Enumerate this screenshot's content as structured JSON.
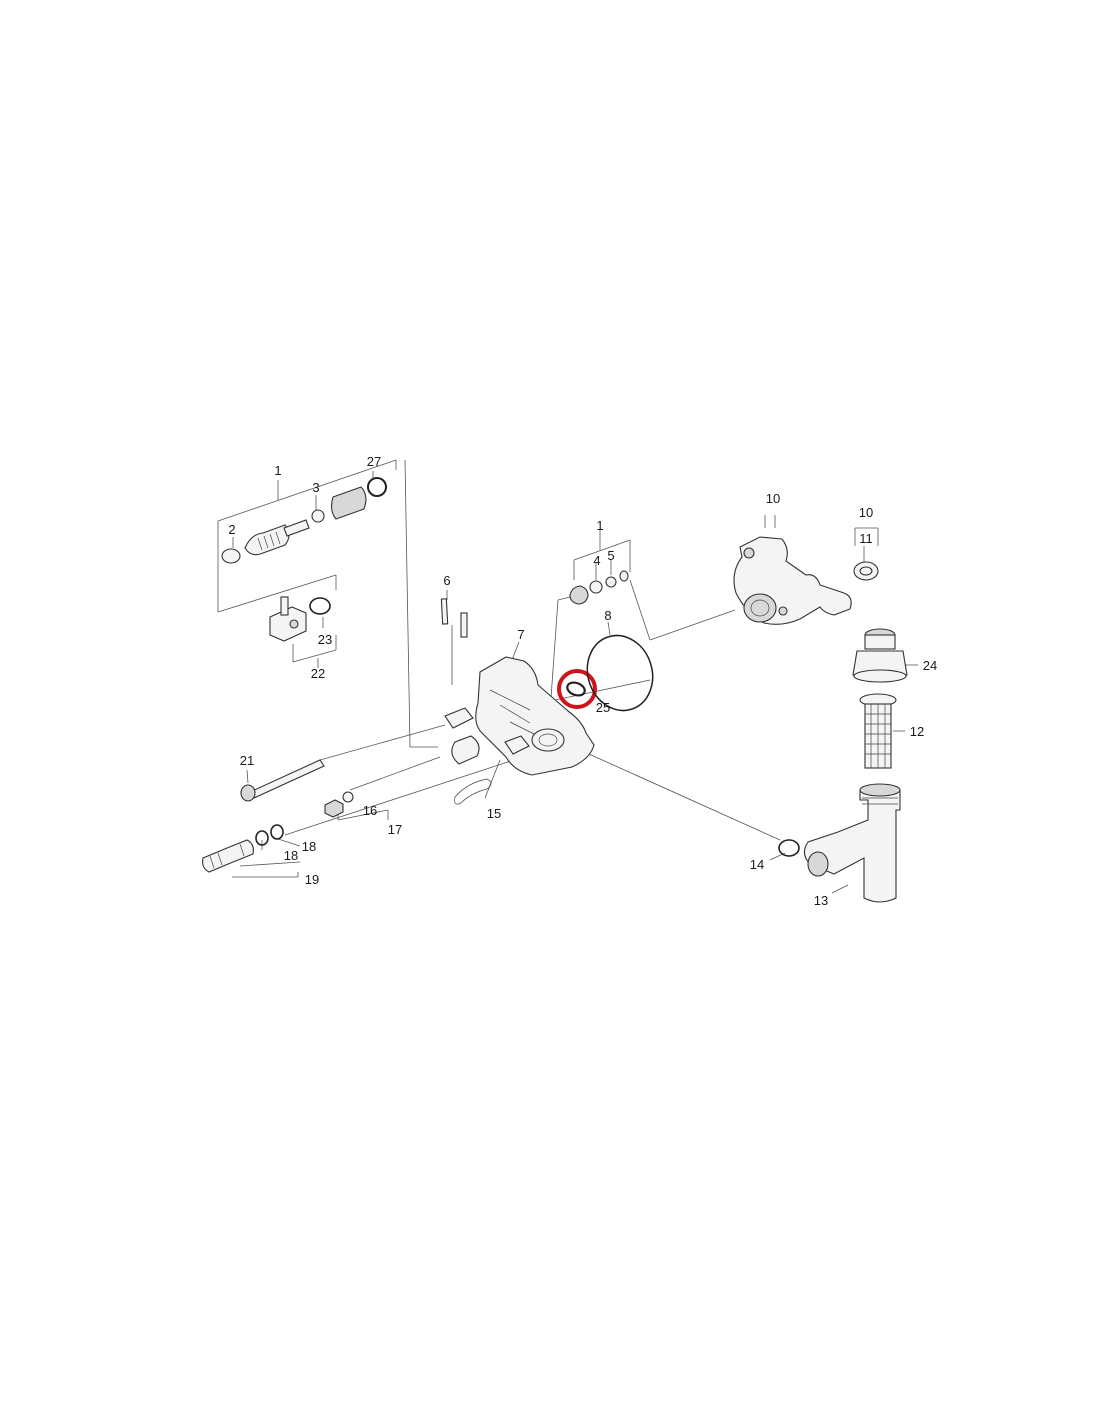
{
  "diagram": {
    "highlight_color": "#d0121b",
    "highlighted_part": "25",
    "callouts": {
      "c1a": "1",
      "c2": "2",
      "c3": "3",
      "c27": "27",
      "c1b": "1",
      "c4": "4",
      "c5": "5",
      "c6": "6",
      "c7": "7",
      "c8": "8",
      "c25": "25",
      "c10a": "10",
      "c10b": "10",
      "c11": "11",
      "c24": "24",
      "c12": "12",
      "c21": "21",
      "c22": "22",
      "c23": "23",
      "c16": "16",
      "c17": "17",
      "c15": "15",
      "c18a": "18",
      "c18b": "18",
      "c19": "19",
      "c14": "14",
      "c13": "13"
    }
  }
}
